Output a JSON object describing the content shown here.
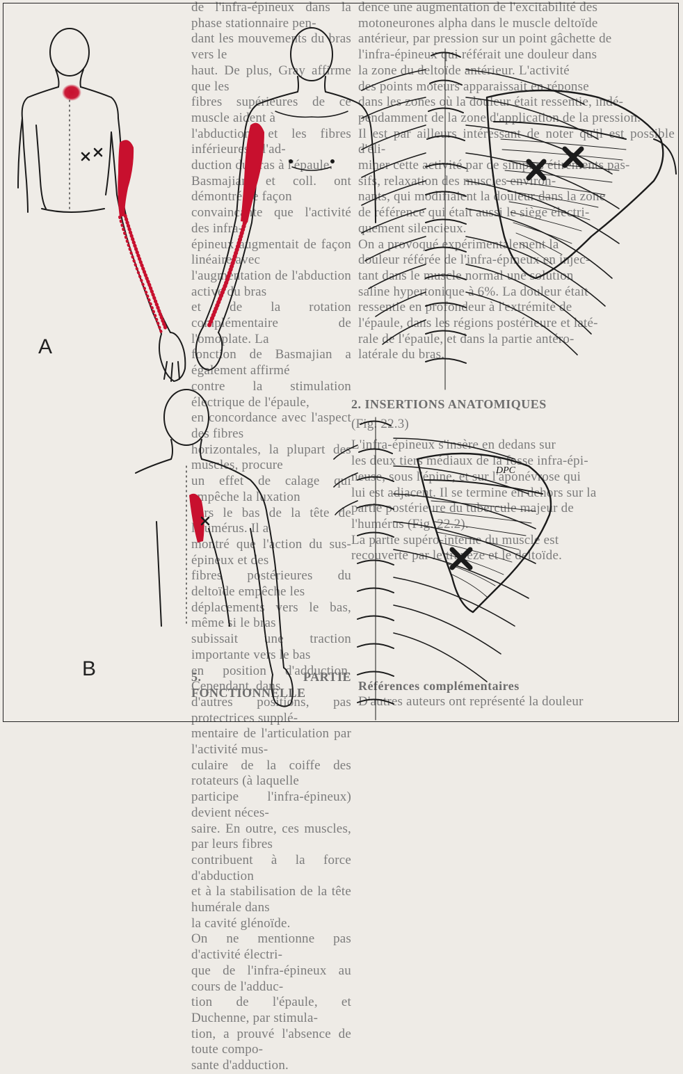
{
  "figure": {
    "panel_labels": [
      "A",
      "B"
    ]
  },
  "text": {
    "left_column": [
      "de l'infra-épineux dans la phase stationnaire pen-",
      "dant les mouvements du bras vers le",
      "haut. De plus, Gray affirme que les",
      "fibres supérieures de ce muscle aident à",
      "l'abduction, et les fibres inférieures à l'ad-",
      "duction du bras à l'épaule.",
      "Basmajian et coll. ont démontré de façon",
      "convaincante que l'activité des infra-",
      "épineux augmentait de façon linéaire avec",
      "l'augmentation de l'abduction active du bras",
      "et de la rotation complémentaire de l'omoplate. La",
      "fonction de Basmajian a également affirmé",
      "contre la stimulation électrique de l'épaule,",
      "en concordance avec l'aspect des fibres",
      "horizontales, la plupart des muscles, procure",
      "un effet de calage qui empêche la luxation",
      "vers le bas de la tête de l'humérus. Il a",
      "montré que l'action du sus-épineux et des",
      "fibres postérieures du deltoïde empêche les",
      "déplacements vers le bas, même si le bras",
      "subissait une traction importante vers le bas",
      "en position d'adduction. Cependant, dans",
      "d'autres positions, pas protectrices supplé-",
      "mentaire de l'articulation par l'activité mus-",
      "culaire de la coiffe des rotateurs (à laquelle",
      "participe l'infra-épineux) devient néces-",
      "saire. En outre, ces muscles, par leurs fibres",
      "contribuent à la force d'abduction",
      "et à la stabilisation de la tête humérale dans",
      "la cavité glénoïde.",
      "On ne mentionne pas d'activité électri-",
      "que de l'infra-épineux au cours de l'adduc-",
      "tion de l'épaule, et Duchenne, par stimula-",
      "tion, a prouvé l'absence de toute compo-",
      "sante d'adduction."
    ],
    "right_column_top": [
      "dence une augmentation de l'excitabilité des",
      "motoneurones alpha dans le muscle deltoïde",
      "antérieur, par pression sur un point gâchette de",
      "l'infra-épineux qui référait une douleur dans",
      "la zone du deltoïde antérieur. L'activité",
      "des points moteurs apparaissait en réponse",
      "dans les zones où la douleur était ressentie, indé-",
      "pendamment de la zone d'application de la pression.",
      "Il est par ailleurs intéressant de noter qu'il est possible d'éli-",
      "miner cette activité par de simples étirements pas-",
      "sifs, relaxation des muscles environ-",
      "nants, qui modifiaient la douleur dans la zone",
      "de référence qui était aussi le siège électri-",
      "quement silencieux.",
      "On a provoqué expérimentalement la",
      "douleur référée de l'infra-épineux en injec-",
      "tant dans le muscle normal une solution",
      "saline hypertonique à 6%. La douleur était",
      "ressentie en profondeur à l'extrémité de",
      "l'épaule, dans les régions postérieure et laté-",
      "rale de l'épaule, et dans la partie antéro-",
      "latérale du bras."
    ],
    "right_column_bottom_heading": "2. INSERTIONS ANATOMIQUES",
    "right_column_bottom_sub": "(Fig. 22.3)",
    "right_column_bottom": [
      "L'infra-épineux s'insère en dedans sur",
      "les deux tiers médiaux de la fosse infra-épi-",
      "neuse, sous l'épine, et sur l'aponévrose qui",
      "lui est adjacent. Il se termine en dehors sur la",
      "partie postérieure du tubercule majeur de",
      "l'humérus (Fig. 22.2).",
      "La partie supéro-interne du muscle est",
      "recouverte par le trapèze et le deltoïde."
    ],
    "section_heading_5": "5. PARTIE FONCTIONNELLE",
    "section_heading_ref": "Références complémentaires",
    "section_ref_line": "D'autres auteurs ont représenté la douleur"
  },
  "annotations": {
    "signature": "DPC"
  },
  "colors": {
    "referred_pain_red": "#c8102e",
    "ink": "#1b1b1b",
    "paper": "#efece7",
    "bleed_text": "#7c7c7c"
  }
}
